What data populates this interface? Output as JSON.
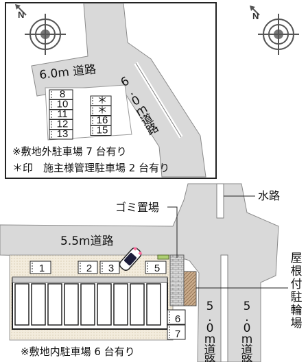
{
  "map": {
    "compass_letter": "N",
    "inset": {
      "road_h_label": "6.0m 道路",
      "road_v_label_chars": [
        "6",
        ".",
        "0",
        "m",
        "道",
        "路"
      ],
      "spaces_left": [
        "8",
        "10",
        "11",
        "12",
        "13"
      ],
      "spaces_right": [
        "＊",
        "＊",
        "16",
        "15"
      ],
      "note1": "※敷地外駐車場 7 台有り",
      "note2": "＊印　施主様管理駐車場 2 台有り"
    },
    "main": {
      "road_h_label": "5.5m道路",
      "road_left_v_chars": [
        "5",
        ".",
        "0",
        "m",
        "道",
        "路"
      ],
      "road_right_v_chars": [
        "5",
        ".",
        "0",
        "m",
        "道",
        "路"
      ],
      "water_label": "水路",
      "garbage_label": "ゴミ置場",
      "bike_label_chars": [
        "屋",
        "根",
        "付",
        "駐",
        "輪",
        "場"
      ],
      "spaces_top": [
        "1",
        "2",
        "3",
        "5"
      ],
      "spaces_right": [
        "6",
        "7"
      ],
      "footnote": "※敷地内駐車場 6 台有り"
    }
  }
}
